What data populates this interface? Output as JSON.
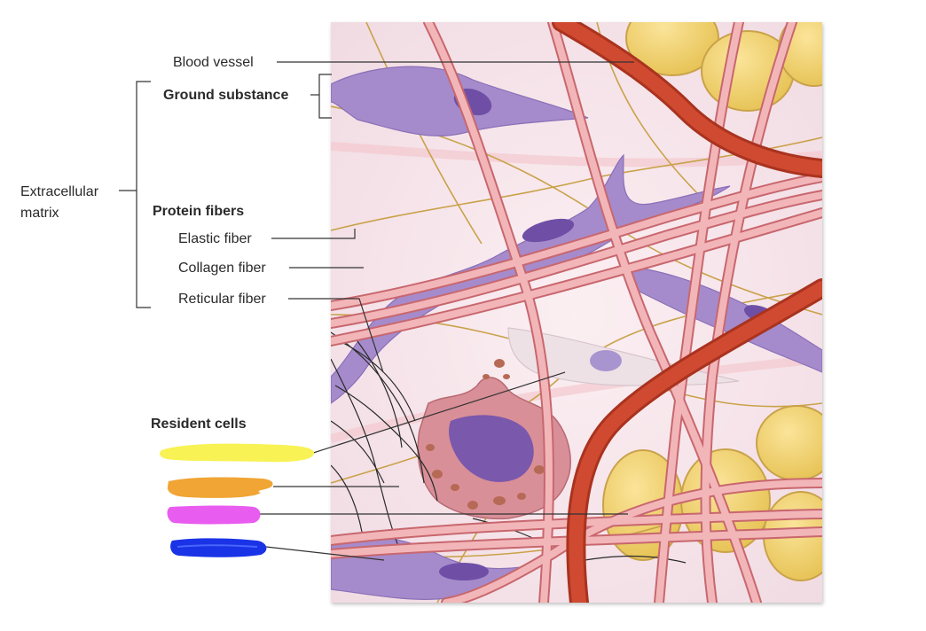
{
  "labels": {
    "blood_vessel": "Blood vessel",
    "ground_substance": "Ground substance",
    "extracellular_matrix_line1": "Extracellular",
    "extracellular_matrix_line2": "matrix",
    "protein_fibers": "Protein fibers",
    "elastic_fiber": "Elastic fiber",
    "collagen_fiber": "Collagen fiber",
    "reticular_fiber": "Reticular fiber",
    "resident_cells": "Resident cells"
  },
  "highlight_markers": [
    {
      "name": "yellow-highlight",
      "color": "#f8f254"
    },
    {
      "name": "orange-highlight",
      "color": "#f0a535"
    },
    {
      "name": "magenta-highlight",
      "color": "#e95cf0"
    },
    {
      "name": "blue-highlight",
      "color": "#1a33e6"
    }
  ],
  "colors": {
    "background": "#f4e4ea",
    "collagen": "#ec9ea2",
    "collagen_stroke": "#c8676e",
    "blood_vessel": "#c8452c",
    "fibroblast": "#9f86c7",
    "nucleus": "#7556a8",
    "adipocyte": "#f1d56c",
    "elastic": "#c9a24a",
    "reticular": "#2a2a2a",
    "mast_cell": "#cc7f8e",
    "leader_line": "#333333"
  }
}
